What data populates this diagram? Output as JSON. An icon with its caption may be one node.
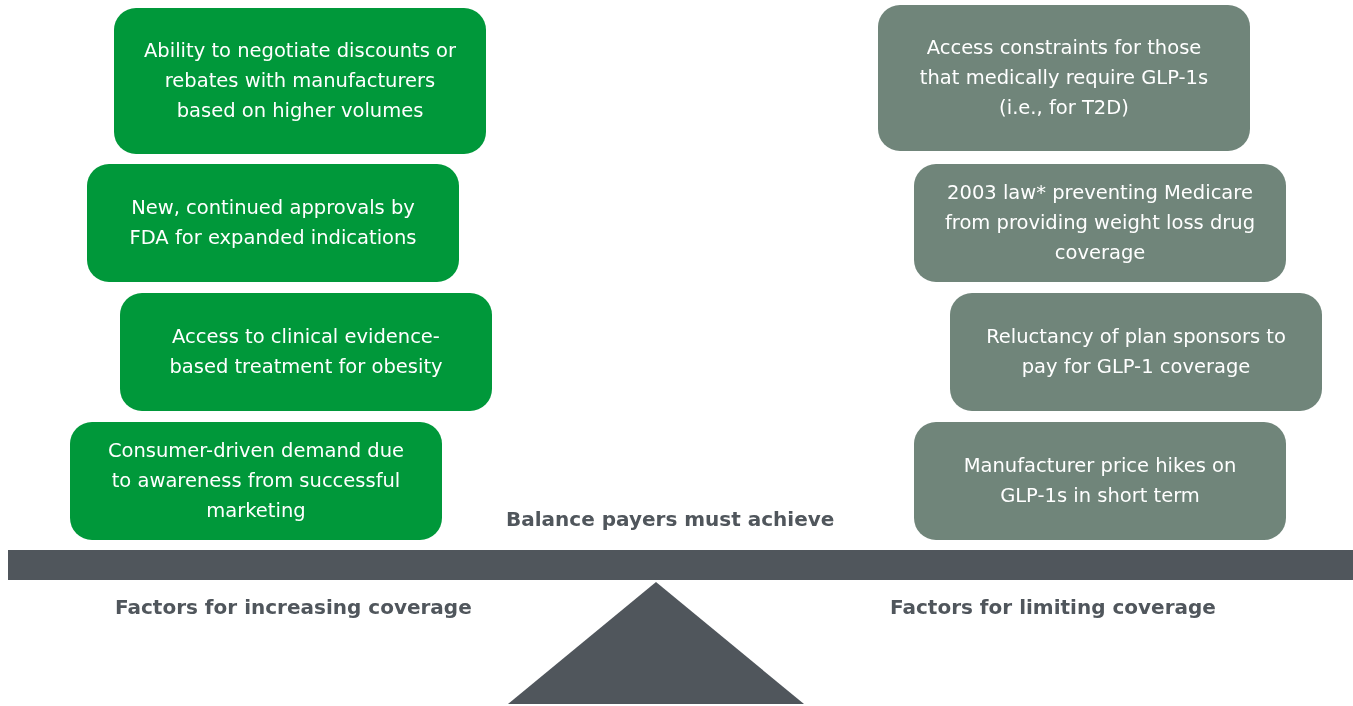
{
  "diagram": {
    "nodes": [
      {
        "text": [
          "Ability to negotiate discounts or rebates with manufacturers based on higher volumes"
        ]
      },
      {
        "text": [
          "New, continued approvals by FDA for expanded indications"
        ]
      },
      {
        "text": [
          "Access to clinical evidence-based treatment for obesity"
        ]
      },
      {
        "text": [
          "Consumer-driven demand due to awareness from successful marketing"
        ]
      },
      {
        "text": [
          "Access constraints for those that medically require GLP-1s (i.e., for T2D)"
        ]
      },
      {
        "text": [
          "2003 law* preventing Medicare from providing weight loss drug coverage"
        ]
      },
      {
        "text": [
          "Reluctancy of plan sponsors to pay for GLP-1 coverage"
        ]
      },
      {
        "text": [
          "Manufacturer price hikes on GLP-1s in short term"
        ]
      }
    ],
    "edges": [],
    "labels": [
      "Balance payers must achieve",
      "Factors for increasing coverage",
      "Factors for limiting coverage"
    ]
  }
}
